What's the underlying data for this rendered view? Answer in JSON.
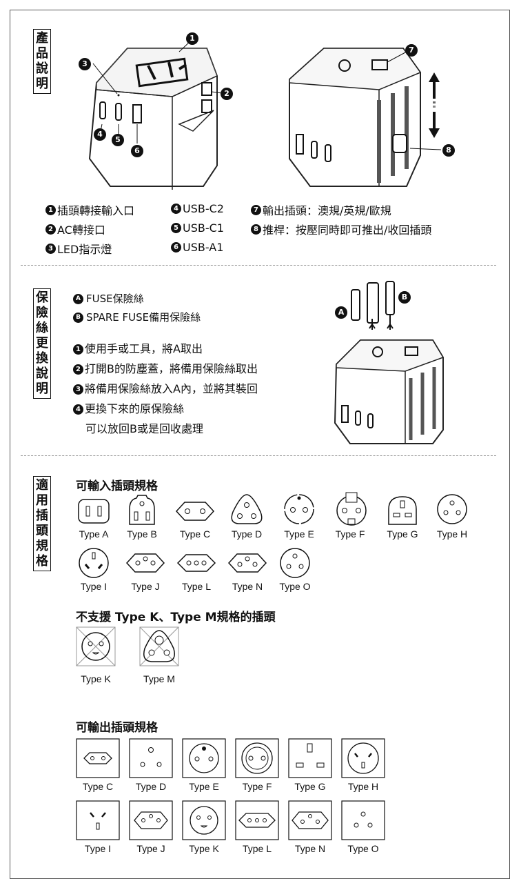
{
  "sections": {
    "product": [
      "產",
      "品",
      "說",
      "明"
    ],
    "fuse": [
      "保",
      "險",
      "絲",
      "更",
      "換",
      "說",
      "明"
    ],
    "plugs": [
      "適",
      "用",
      "插",
      "頭",
      "規",
      "格"
    ]
  },
  "callouts": [
    "1",
    "2",
    "3",
    "4",
    "5",
    "6",
    "7",
    "8"
  ],
  "fuse_callouts": [
    "A",
    "B"
  ],
  "features": [
    {
      "num": "1",
      "text": "插頭轉接輸入口"
    },
    {
      "num": "2",
      "text": "AC轉接口"
    },
    {
      "num": "3",
      "text": "LED指示燈"
    },
    {
      "num": "4",
      "text": "USB-C2"
    },
    {
      "num": "5",
      "text": "USB-C1"
    },
    {
      "num": "6",
      "text": "USB-A1"
    },
    {
      "num": "7",
      "text": "輸出插頭：澳規/英規/歐規"
    },
    {
      "num": "8",
      "text": "推桿：按壓同時即可推出/收回插頭"
    }
  ],
  "fuse": {
    "a_label": "FUSE保險絲",
    "b_label": "SPARE FUSE備用保險絲",
    "steps": [
      {
        "num": "1",
        "text": "使用手或工具，將A取出"
      },
      {
        "num": "2",
        "text": "打開B的防塵蓋，將備用保險絲取出"
      },
      {
        "num": "3",
        "text": "將備用保險絲放入A內，並將其裝回"
      },
      {
        "num": "4",
        "text": "更換下來的原保險絲"
      }
    ],
    "step4_cont": "可以放回B或是回收處理"
  },
  "input_heading": "可輸入插頭規格",
  "input_types": [
    "Type A",
    "Type B",
    "Type C",
    "Type D",
    "Type E",
    "Type F",
    "Type G",
    "Type H",
    "Type I",
    "Type J",
    "Type L",
    "Type N",
    "Type O"
  ],
  "unsupported_heading": "不支援 Type K、Type M規格的插頭",
  "unsupported_types": [
    "Type K",
    "Type M"
  ],
  "output_heading": "可輸出插頭規格",
  "output_types": [
    "Type C",
    "Type D",
    "Type E",
    "Type F",
    "Type G",
    "Type H",
    "Type I",
    "Type J",
    "Type K",
    "Type L",
    "Type N",
    "Type O"
  ]
}
